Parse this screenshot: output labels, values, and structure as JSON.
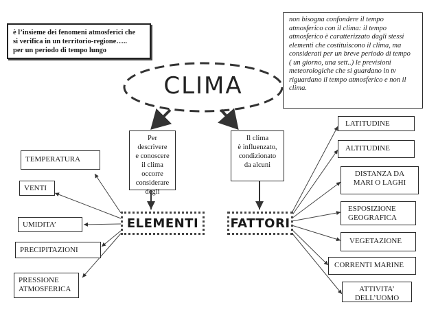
{
  "definition_box": {
    "lines": [
      "è l’insieme dei fenomeni atmosferici che",
      "si verifica in un territorio-regione…..",
      "per un periodo di tempo lungo"
    ]
  },
  "note_box": {
    "lines": [
      "non bisogna confondere il tempo",
      "atmosferico con il clima: il tempo",
      "atmosferico è caratterizzato dagli stessi",
      "elementi che costituiscono il clima, ma",
      "considerati per un breve periodo di tempo",
      "( un giorno, una sett..) le previsioni",
      "meteorologiche che si guardano in tv",
      "riguardano il tempo atmosferico e non il",
      "clima."
    ]
  },
  "central": {
    "title": "CLIMA"
  },
  "describe_box": {
    "lines": [
      "Per descrivere",
      "e conoscere",
      "il clima",
      "occorre",
      "considerare",
      "degli"
    ]
  },
  "influence_box": {
    "lines": [
      "Il clima",
      "è influenzato,",
      "condizionato",
      "da alcuni"
    ]
  },
  "categories": {
    "elementi": "ELEMENTI",
    "fattori": "FATTORI"
  },
  "elementi": {
    "temperatura": "TEMPERATURA",
    "venti": "VENTI",
    "umidita": "UMIDITA’",
    "precipitazioni": "PRECIPITAZIONI",
    "pressione": [
      "PRESSIONE",
      "ATMOSFERICA"
    ]
  },
  "fattori": {
    "latitudine": "LATITUDINE",
    "altitudine": "ALTITUDINE",
    "distanza": [
      "DISTANZA DA",
      "MARI O LAGHI"
    ],
    "esposizione": [
      "ESPOSIZIONE",
      "GEOGRAFICA"
    ],
    "vegetazione": "VEGETAZIONE",
    "correnti": "CORRENTI MARINE",
    "attivita": [
      "ATTIVITA’",
      "DELL’UOMO"
    ]
  }
}
